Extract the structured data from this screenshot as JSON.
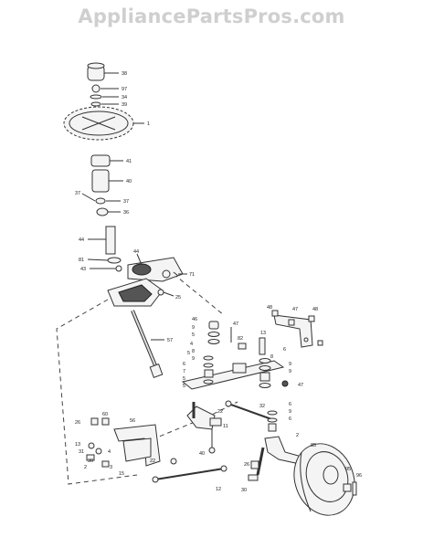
{
  "watermark": "AppliancePartsPros.com",
  "callouts": [
    {
      "id": "c1",
      "text": "38"
    },
    {
      "id": "c2",
      "text": "97"
    },
    {
      "id": "c3",
      "text": "34"
    },
    {
      "id": "c4",
      "text": "39"
    },
    {
      "id": "c5",
      "text": "1"
    },
    {
      "id": "c6",
      "text": "41"
    },
    {
      "id": "c7",
      "text": "40"
    },
    {
      "id": "c8",
      "text": "37"
    },
    {
      "id": "c9",
      "text": "37"
    },
    {
      "id": "c10",
      "text": "36"
    },
    {
      "id": "c11",
      "text": "44"
    },
    {
      "id": "c12",
      "text": "81"
    },
    {
      "id": "c13",
      "text": "43"
    },
    {
      "id": "c14",
      "text": "44"
    },
    {
      "id": "c15",
      "text": "71"
    },
    {
      "id": "c16",
      "text": "25"
    },
    {
      "id": "c17",
      "text": "57"
    },
    {
      "id": "c18",
      "text": "46"
    },
    {
      "id": "c19",
      "text": "9"
    },
    {
      "id": "c20",
      "text": "5"
    },
    {
      "id": "c21",
      "text": "47"
    },
    {
      "id": "c22",
      "text": "82"
    },
    {
      "id": "c23",
      "text": "13"
    },
    {
      "id": "c24",
      "text": "4"
    },
    {
      "id": "c25",
      "text": "8"
    },
    {
      "id": "c26",
      "text": "9"
    },
    {
      "id": "c27",
      "text": "48"
    },
    {
      "id": "c28",
      "text": "47"
    },
    {
      "id": "c29",
      "text": "48"
    },
    {
      "id": "c30",
      "text": "6"
    },
    {
      "id": "c31",
      "text": "8"
    },
    {
      "id": "c32",
      "text": "9"
    },
    {
      "id": "c33",
      "text": "9"
    },
    {
      "id": "c34",
      "text": "6"
    },
    {
      "id": "c35",
      "text": "7"
    },
    {
      "id": "c36",
      "text": "5"
    },
    {
      "id": "c37",
      "text": "5"
    },
    {
      "id": "c38",
      "text": "47"
    },
    {
      "id": "c39",
      "text": "32"
    },
    {
      "id": "c40",
      "text": "6"
    },
    {
      "id": "c41",
      "text": "9"
    },
    {
      "id": "c42",
      "text": "6"
    },
    {
      "id": "c43",
      "text": "11"
    },
    {
      "id": "c44",
      "text": "22"
    },
    {
      "id": "c45",
      "text": "40"
    },
    {
      "id": "c46",
      "text": "2"
    },
    {
      "id": "c47",
      "text": "26"
    },
    {
      "id": "c48",
      "text": "30"
    },
    {
      "id": "c49",
      "text": "85"
    },
    {
      "id": "c50",
      "text": "95"
    },
    {
      "id": "c51",
      "text": "96"
    },
    {
      "id": "c52",
      "text": "12"
    },
    {
      "id": "c53",
      "text": "60"
    },
    {
      "id": "c54",
      "text": "26"
    },
    {
      "id": "c55",
      "text": "56"
    },
    {
      "id": "c56",
      "text": "13"
    },
    {
      "id": "c57",
      "text": "31"
    },
    {
      "id": "c58",
      "text": "4"
    },
    {
      "id": "c59",
      "text": "15"
    },
    {
      "id": "c60",
      "text": "22"
    },
    {
      "id": "c61",
      "text": "30"
    },
    {
      "id": "c62",
      "text": "2"
    },
    {
      "id": "c63",
      "text": "3"
    },
    {
      "id": "c64",
      "text": "5"
    }
  ]
}
